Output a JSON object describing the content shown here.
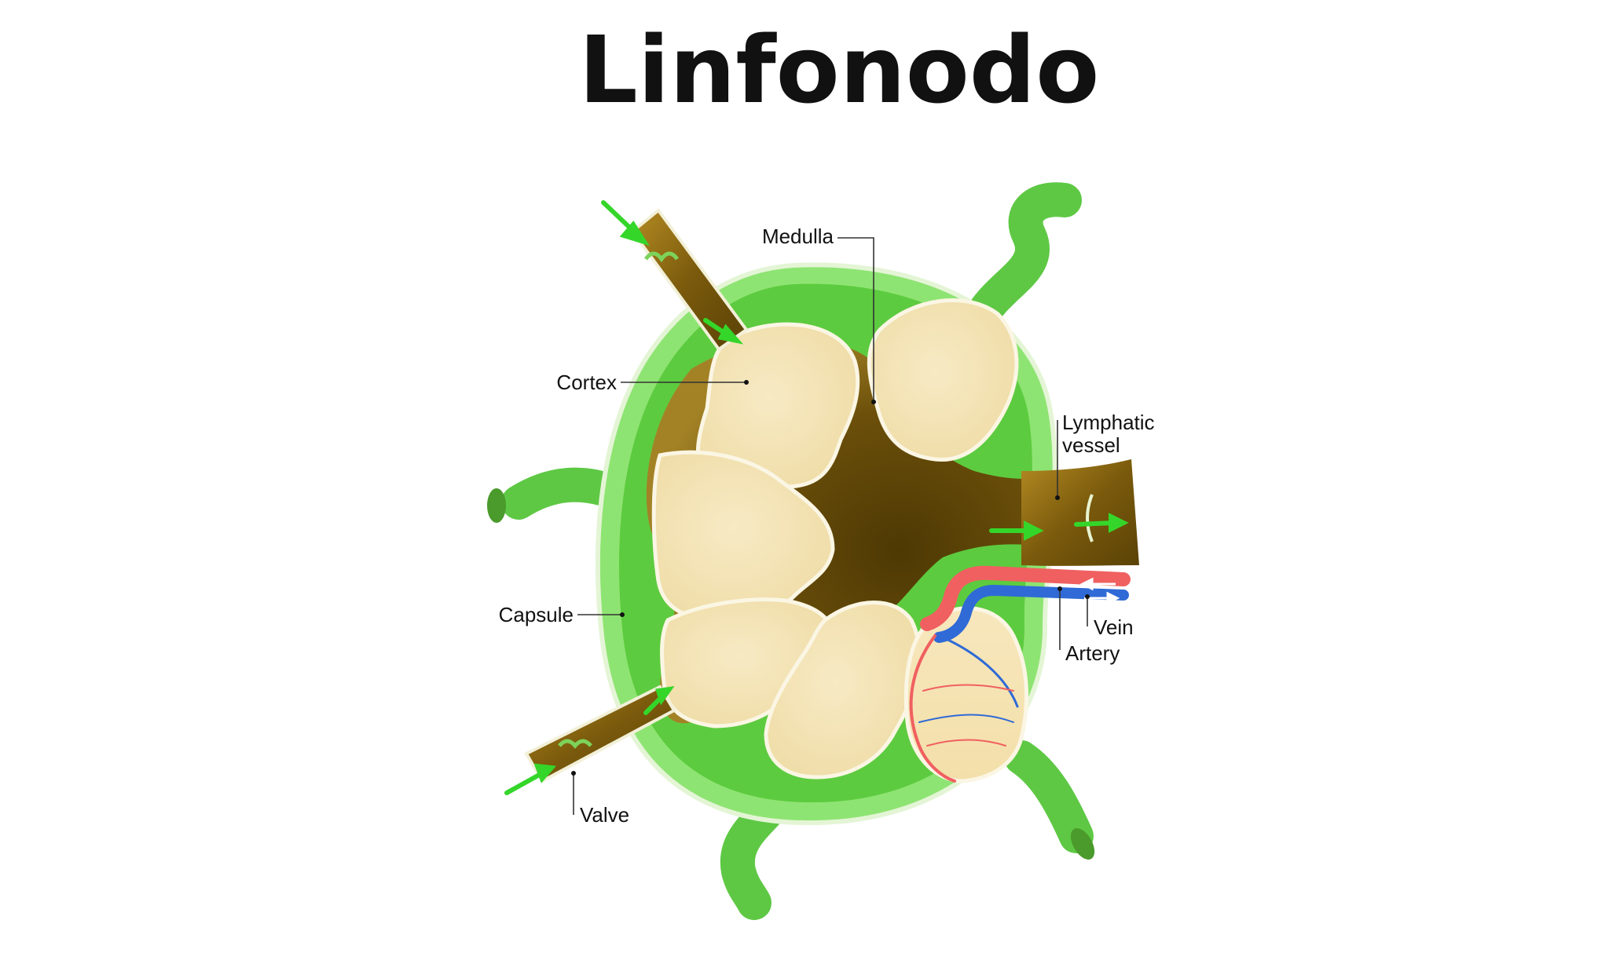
{
  "title": "Linfonodo",
  "labels": {
    "medulla": "Medulla",
    "cortex": "Cortex",
    "lymphatic_vessel_line1": "Lymphatic",
    "lymphatic_vessel_line2": "vessel",
    "capsule": "Capsule",
    "vein": "Vein",
    "artery": "Artery",
    "valve": "Valve"
  },
  "colors": {
    "capsule_outer": "#8ee472",
    "capsule_inner": "#5dcb3f",
    "stalk": "#5ec844",
    "sinus_dark": "#5a4206",
    "sinus_mid": "#8a6512",
    "lobule": "#f6e8bf",
    "lobule_edge": "#fbf6e4",
    "artery": "#f06060",
    "vein": "#2f6ad6",
    "flow_arrow": "#35d62a"
  }
}
